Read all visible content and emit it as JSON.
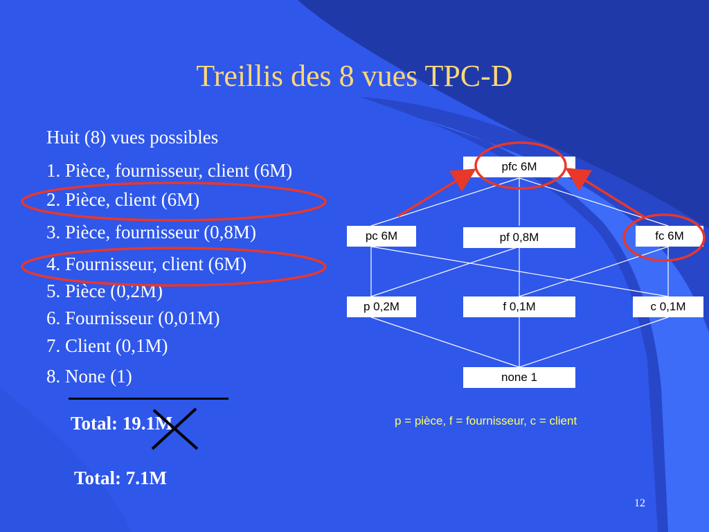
{
  "slide": {
    "title": "Treillis des 8 vues TPC-D",
    "intro": "Huit (8) vues possibles",
    "items": [
      "1. Pièce, fournisseur, client (6M)",
      "2. Pièce, client (6M)",
      "3. Pièce, fournisseur (0,8M)",
      "4. Fournisseur, client (6M)",
      "5. Pièce (0,2M)",
      "6. Fournisseur (0,01M)",
      "7. Client (0,1M)",
      "8. None (1)"
    ],
    "total_crossed": "Total: 19.1M",
    "total_new": "Total: 7.1M",
    "page_number": "12"
  },
  "lattice": {
    "nodes": {
      "pfc": "pfc 6M",
      "pc": "pc 6M",
      "pf": "pf 0,8M",
      "fc": "fc 6M",
      "p": "p 0,2M",
      "f": "f 0,1M",
      "c": "c 0,1M",
      "none": "none 1"
    },
    "legend": "p = pièce, f = fournisseur, c = client"
  },
  "colors": {
    "background": "#2f55e6",
    "title": "#ffd87a",
    "text": "#ffffff",
    "highlight": "#e8382a",
    "legend": "#ffff66"
  }
}
